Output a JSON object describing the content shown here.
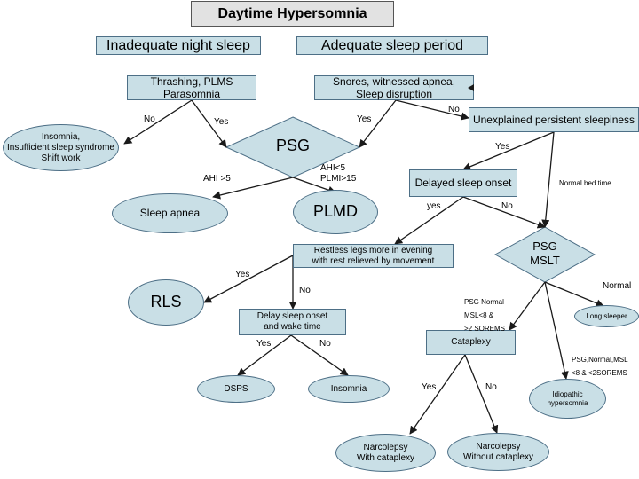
{
  "title": "Daytime Hypersomnia",
  "branches": {
    "inadequate": "Inadequate night sleep",
    "adequate": "Adequate sleep period"
  },
  "nodes": {
    "thrashing": [
      "Thrashing, PLMS",
      "Parasomnia"
    ],
    "snores": [
      "Snores, witnessed  apnea,",
      "Sleep disruption"
    ],
    "insomnia_sss": [
      "Insomnia,",
      "Insufficient sleep syndrome",
      "Shift work"
    ],
    "psg": "PSG",
    "unexplained": "Unexplained persistent sleepiness",
    "sleep_apnea": "Sleep apnea",
    "plmd": "PLMD",
    "delayed_onset": "Delayed sleep onset",
    "restless_legs": [
      "Restless legs more in evening",
      "with rest relieved by movement"
    ],
    "psg_mslt": [
      "PSG",
      "MSLT"
    ],
    "rls": "RLS",
    "delay_sleep_onset": [
      "Delay sleep onset",
      "and wake time"
    ],
    "long_sleeper": "Long sleeper",
    "cataplexy": "Cataplexy",
    "dsps": "DSPS",
    "insomnia": "Insomnia",
    "idiopathic": [
      "Idiopathic",
      "hypersomnia"
    ],
    "narco_with": [
      "Narcolepsy",
      "With cataplexy"
    ],
    "narco_without": [
      "Narcolepsy",
      "Without cataplexy"
    ]
  },
  "edge_labels": {
    "no_insomnia": "No",
    "yes_psg_left": "Yes",
    "yes_psg_right": "Yes",
    "no_unexplained": "No",
    "yes_delayed": "Yes",
    "normal_bed_time": "Normal bed time",
    "ahi_gt5": "AHI >5",
    "ahi_plmi": [
      "AHI<5",
      "PLMI>15"
    ],
    "yes_restless": "yes",
    "no_mslt": "No",
    "normal": "Normal",
    "yes_rls": "Yes",
    "no_delay": "No",
    "psg_normal_msl": [
      "PSG Normal",
      "MSL<8 &",
      ">2 SOREMS"
    ],
    "psg_normal_msl_idio": [
      "PSG,Normal,MSL",
      "<8 & <2SOREMS"
    ],
    "yes_dsps": "Yes",
    "no_insomnia2": "No",
    "yes_narco": "Yes",
    "no_narco": "No"
  },
  "colors": {
    "node_fill": "#c9dfe6",
    "node_border": "#4d6f86",
    "title_fill": "#e2e2e2",
    "arrow": "#1a1a1a"
  }
}
